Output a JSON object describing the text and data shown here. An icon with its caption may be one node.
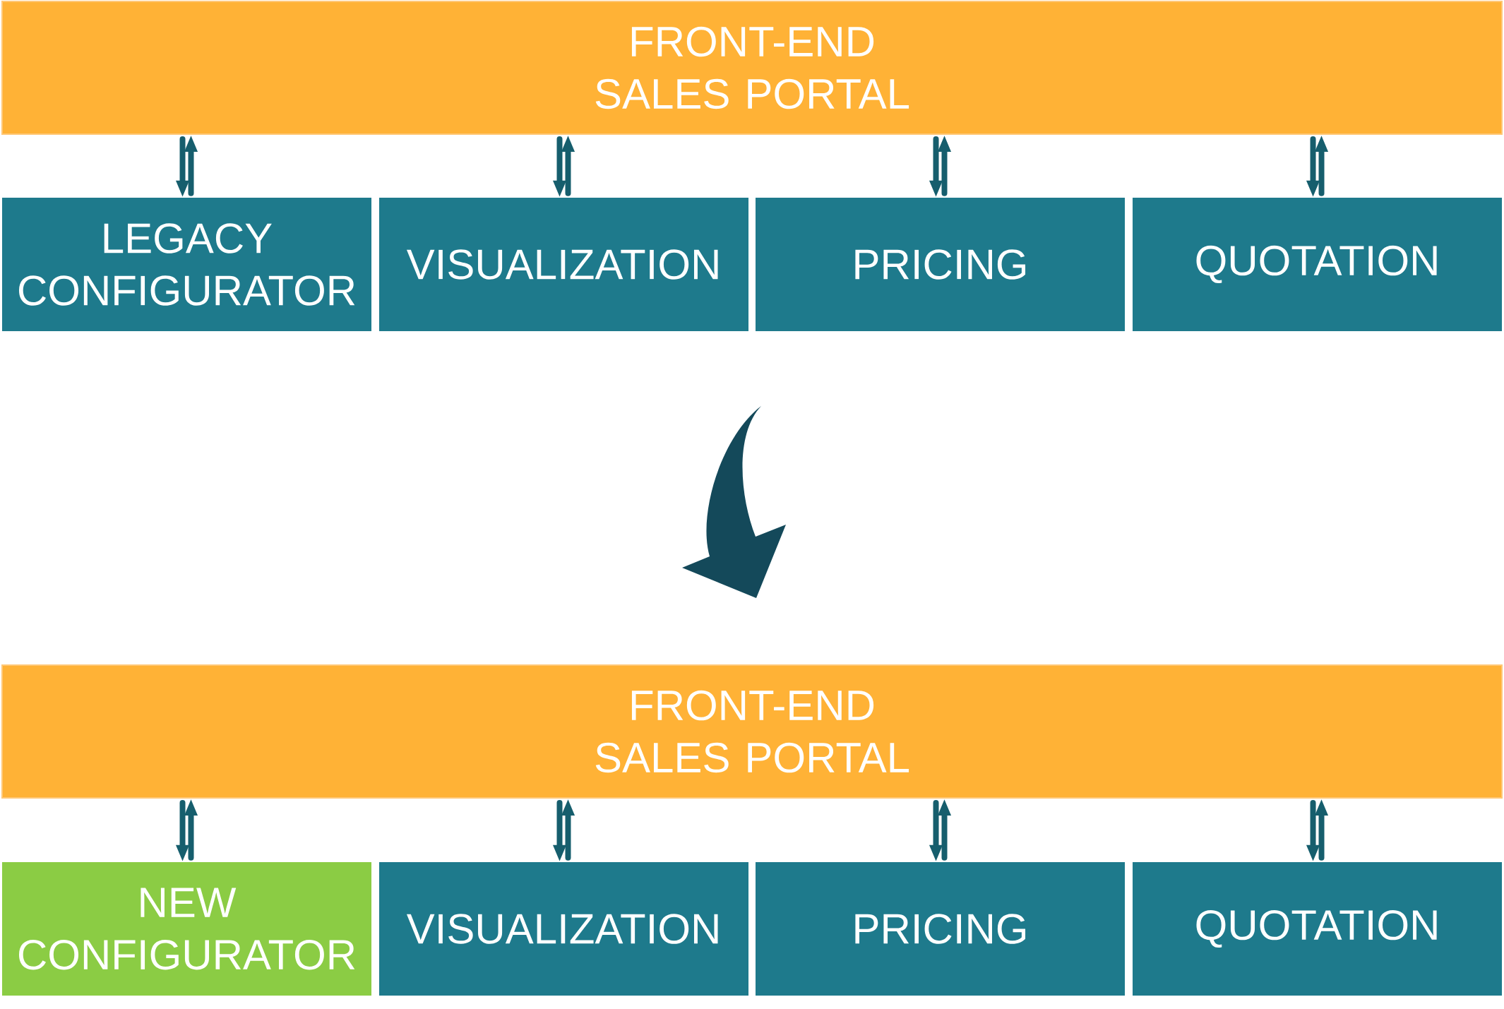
{
  "diagram": {
    "nodes": [
      {
        "text": [
          "FRONT-END SALES PORTAL"
        ]
      },
      {
        "text": [
          "LEGACY CONFIGURATOR"
        ]
      },
      {
        "text": [
          "VISUALIZATION"
        ]
      },
      {
        "text": [
          "PRICING"
        ]
      },
      {
        "text": [
          "QUOTATION"
        ]
      },
      {
        "text": [
          "FRONT-END SALES PORTAL"
        ]
      },
      {
        "text": [
          "NEW CONFIGURATOR"
        ]
      },
      {
        "text": [
          "VISUALIZATION"
        ]
      },
      {
        "text": [
          "PRICING"
        ]
      },
      {
        "text": [
          "QUOTATION"
        ]
      }
    ],
    "edges": [
      {
        "from": 0,
        "to": 1,
        "arrow": "to"
      },
      {
        "from": 1,
        "to": 0,
        "arrow": "to"
      },
      {
        "from": 0,
        "to": 2,
        "arrow": "to"
      },
      {
        "from": 2,
        "to": 0,
        "arrow": "to"
      },
      {
        "from": 0,
        "to": 3,
        "arrow": "to"
      },
      {
        "from": 3,
        "to": 0,
        "arrow": "to"
      },
      {
        "from": 0,
        "to": 4,
        "arrow": "to"
      },
      {
        "from": 4,
        "to": 0,
        "arrow": "to"
      },
      {
        "from": 5,
        "to": 6,
        "arrow": "to"
      },
      {
        "from": 6,
        "to": 5,
        "arrow": "to"
      },
      {
        "from": 5,
        "to": 7,
        "arrow": "to"
      },
      {
        "from": 7,
        "to": 5,
        "arrow": "to"
      },
      {
        "from": 5,
        "to": 8,
        "arrow": "to"
      },
      {
        "from": 8,
        "to": 5,
        "arrow": "to"
      },
      {
        "from": 5,
        "to": 9,
        "arrow": "to"
      },
      {
        "from": 9,
        "to": 5,
        "arrow": "to"
      }
    ]
  }
}
